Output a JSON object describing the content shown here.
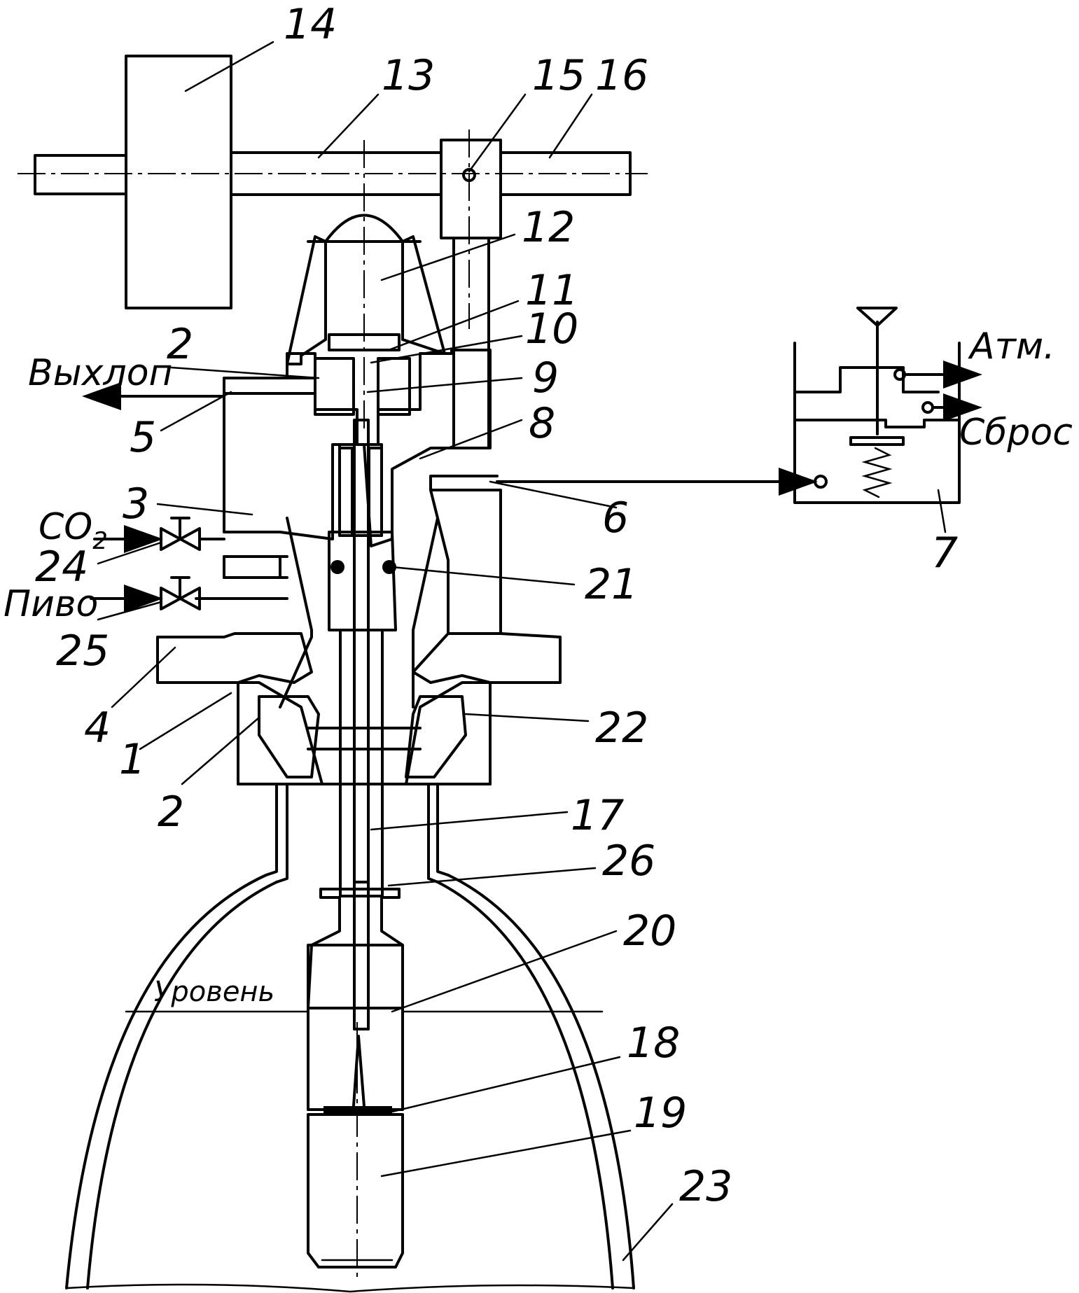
{
  "labels": {
    "n14": "14",
    "n13": "13",
    "n15": "15",
    "n16": "16",
    "n12": "12",
    "n11": "11",
    "n10": "10",
    "n9": "9",
    "n8": "8",
    "n2a": "2",
    "n5": "5",
    "n3": "3",
    "n24": "24",
    "n25": "25",
    "n6": "6",
    "n7": "7",
    "n21": "21",
    "n4": "4",
    "n1": "1",
    "n2b": "2",
    "n22": "22",
    "n17": "17",
    "n26": "26",
    "n20": "20",
    "n18": "18",
    "n19": "19",
    "n23": "23"
  },
  "text": {
    "exhaust": "Выхлоп",
    "co2": "CO",
    "co2_sub": "2",
    "beer": "Пиво",
    "atm": "Атм.",
    "reset": "Сброс",
    "level": "Уровень"
  }
}
